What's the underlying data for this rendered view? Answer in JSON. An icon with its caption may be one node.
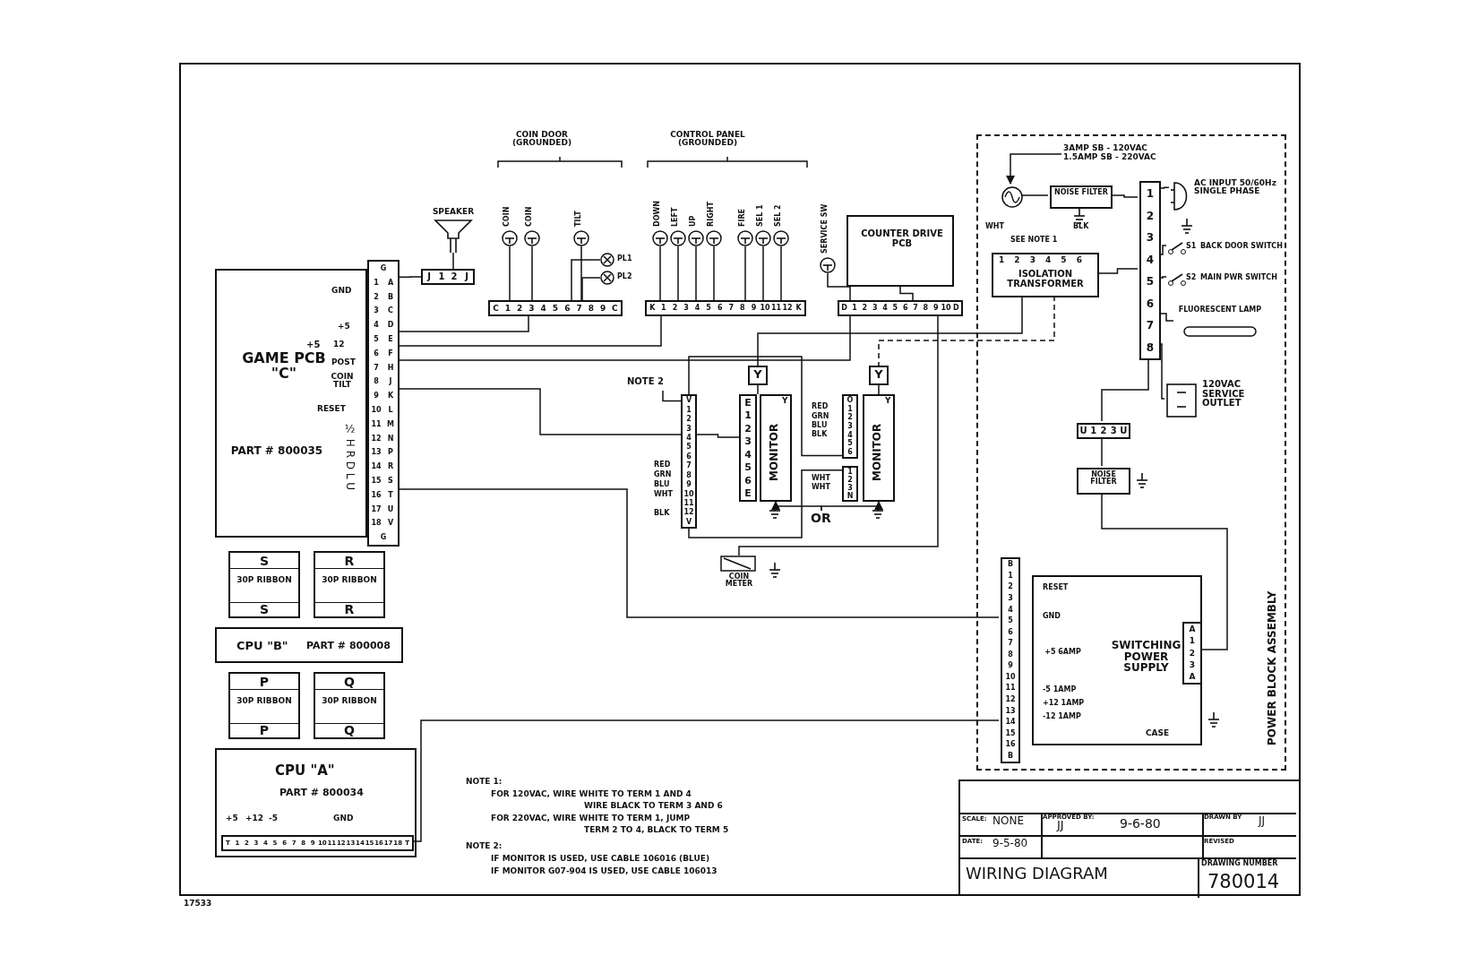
{
  "diagram": {
    "nodes": [
      {
        "text": [
          "GAME PCB \"C\"",
          "PART # 800035",
          "GND",
          "+5",
          "+5",
          "12",
          "POST",
          "COIN TILT",
          "RESET",
          "½ H R D L U"
        ]
      },
      {
        "text": [
          "G",
          "1",
          "A",
          "2",
          "B",
          "3",
          "C",
          "4",
          "D",
          "5",
          "E",
          "6",
          "F",
          "7",
          "H",
          "8",
          "J",
          "9",
          "K",
          "10",
          "L",
          "11",
          "M",
          "12",
          "N",
          "13",
          "P",
          "14",
          "R",
          "15",
          "S",
          "16",
          "T",
          "17",
          "U",
          "18",
          "V",
          "G"
        ]
      },
      {
        "text": [
          "SPEAKER"
        ]
      },
      {
        "text": [
          "J",
          "1",
          "2",
          "J"
        ]
      },
      {
        "text": [
          "COIN"
        ]
      },
      {
        "text": [
          "COIN"
        ]
      },
      {
        "text": [
          "TILT"
        ]
      },
      {
        "text": [
          "PL1"
        ]
      },
      {
        "text": [
          "PL2"
        ]
      },
      {
        "text": [
          "C",
          "1",
          "2",
          "3",
          "4",
          "5",
          "6",
          "7",
          "8",
          "9",
          "C"
        ]
      },
      {
        "text": [
          "DOWN"
        ]
      },
      {
        "text": [
          "LEFT"
        ]
      },
      {
        "text": [
          "UP"
        ]
      },
      {
        "text": [
          "RIGHT"
        ]
      },
      {
        "text": [
          "FIRE"
        ]
      },
      {
        "text": [
          "SEL 1"
        ]
      },
      {
        "text": [
          "SEL 2"
        ]
      },
      {
        "text": [
          "K",
          "1",
          "2",
          "3",
          "4",
          "5",
          "6",
          "7",
          "8",
          "9",
          "10",
          "11",
          "12",
          "K"
        ]
      },
      {
        "text": [
          "SERVICE SW"
        ]
      },
      {
        "text": [
          "COUNTER DRIVE PCB"
        ]
      },
      {
        "text": [
          "D",
          "1",
          "2",
          "3",
          "4",
          "5",
          "6",
          "7",
          "8",
          "9",
          "10",
          "D"
        ]
      },
      {
        "text": [
          "COIN METER"
        ]
      },
      {
        "text": [
          "NOTE 2"
        ]
      },
      {
        "text": [
          "V",
          "1",
          "2",
          "3",
          "4",
          "5",
          "6",
          "7",
          "8",
          "9",
          "10",
          "11",
          "12",
          "V"
        ]
      },
      {
        "text": [
          "Y"
        ]
      },
      {
        "text": [
          "E",
          "1",
          "2",
          "3",
          "4",
          "5",
          "6",
          "E"
        ]
      },
      {
        "text": [
          "MONITOR",
          "Y"
        ]
      },
      {
        "text": [
          "Y"
        ]
      },
      {
        "text": [
          "O",
          "1",
          "2",
          "3",
          "4",
          "5",
          "6"
        ]
      },
      {
        "text": [
          "1",
          "2",
          "3",
          "N"
        ]
      },
      {
        "text": [
          "MONITOR",
          "Y"
        ]
      },
      {
        "text": [
          "OR"
        ]
      },
      {
        "text": [
          "POWER BLOCK ASSEMBLY"
        ]
      },
      {
        "text": [
          "3AMP SB - 120VAC 1.5AMP SB - 220VAC"
        ],
        "in": 32
      },
      {
        "text": [],
        "shape": "circle",
        "in": 32
      },
      {
        "text": [
          "NOISE FILTER"
        ],
        "in": 32
      },
      {
        "text": [
          "1",
          "2",
          "3",
          "4",
          "5",
          "6",
          "ISOLATION TRANSFORMER"
        ],
        "in": 32
      },
      {
        "text": [
          "1",
          "2",
          "3",
          "4",
          "5",
          "6",
          "7",
          "8"
        ],
        "in": 32
      },
      {
        "text": [
          "AC INPUT 50/60Hz SINGLE PHASE"
        ],
        "in": 32
      },
      {
        "text": [
          "S1"
        ],
        "beside": [
          "BACK DOOR SWITCH"
        ],
        "in": 32
      },
      {
        "text": [
          "S2"
        ],
        "beside": [
          "MAIN PWR SWITCH"
        ],
        "in": 32
      },
      {
        "text": [
          "FLUORESCENT LAMP"
        ],
        "in": 32
      },
      {
        "text": [
          "120VAC SERVICE OUTLET"
        ],
        "in": 32
      },
      {
        "text": [
          "U",
          "1",
          "2",
          "3",
          "U"
        ],
        "in": 32
      },
      {
        "text": [
          "NOISE FILTER"
        ],
        "in": 32
      },
      {
        "text": [
          "SWITCHING POWER SUPPLY",
          "RESET",
          "GND",
          "+5 6AMP",
          "-5 1AMP",
          "+12 1AMP",
          "-12 1AMP",
          "CASE"
        ],
        "in": 32
      },
      {
        "text": [
          "A",
          "1",
          "2",
          "3",
          "A"
        ],
        "in": 45
      },
      {
        "text": [
          "B",
          "1",
          "2",
          "3",
          "4",
          "5",
          "6",
          "7",
          "8",
          "9",
          "10",
          "11",
          "12",
          "13",
          "14",
          "15",
          "16",
          "B"
        ],
        "in": 32
      },
      {
        "text": [
          "S",
          "30P RIBBON",
          "S"
        ]
      },
      {
        "text": [
          "R",
          "30P RIBBON",
          "R"
        ]
      },
      {
        "text": [
          "CPU \"B\"",
          "PART # 800008"
        ]
      },
      {
        "text": [
          "P",
          "30P RIBBON",
          "P"
        ]
      },
      {
        "text": [
          "Q",
          "30P RIBBON",
          "Q"
        ]
      },
      {
        "text": [
          "CPU \"A\"",
          "PART # 800034",
          "+5",
          "+12",
          "-5",
          "GND"
        ]
      },
      {
        "text": [
          "T",
          "1",
          "2",
          "3",
          "4",
          "5",
          "6",
          "7",
          "8",
          "9",
          "10",
          "11",
          "12",
          "13",
          "14",
          "15",
          "16",
          "17",
          "18",
          "T"
        ],
        "in": 53
      }
    ],
    "edges": [
      {
        "from": 1,
        "to": 3,
        "arrow": "none"
      },
      {
        "from": 3,
        "to": 2,
        "arrow": "none"
      },
      {
        "from": 1,
        "to": 9,
        "arrow": "none"
      },
      {
        "from": 9,
        "to": 4,
        "arrow": "none"
      },
      {
        "from": 9,
        "to": 5,
        "arrow": "none"
      },
      {
        "from": 9,
        "to": 6,
        "arrow": "none"
      },
      {
        "from": 9,
        "to": 7,
        "arrow": "none"
      },
      {
        "from": 9,
        "to": 8,
        "arrow": "none"
      },
      {
        "from": 1,
        "to": 17,
        "arrow": "none"
      },
      {
        "from": 17,
        "to": 10,
        "arrow": "none"
      },
      {
        "from": 17,
        "to": 11,
        "arrow": "none"
      },
      {
        "from": 17,
        "to": 12,
        "arrow": "none"
      },
      {
        "from": 17,
        "to": 13,
        "arrow": "none"
      },
      {
        "from": 17,
        "to": 14,
        "arrow": "none"
      },
      {
        "from": 17,
        "to": 15,
        "arrow": "none"
      },
      {
        "from": 17,
        "to": 16,
        "arrow": "none"
      },
      {
        "from": 1,
        "to": 20,
        "arrow": "none"
      },
      {
        "from": 20,
        "to": 18,
        "arrow": "none"
      },
      {
        "from": 20,
        "to": 19,
        "arrow": "none"
      },
      {
        "from": 20,
        "to": 21,
        "arrow": "none"
      },
      {
        "from": 1,
        "to": 23,
        "arrow": "none"
      },
      {
        "from": 23,
        "to": 25,
        "arrow": "none"
      },
      {
        "from": 23,
        "to": 28,
        "arrow": "none"
      },
      {
        "from": 23,
        "to": 29,
        "arrow": "none"
      },
      {
        "from": 24,
        "to": 26,
        "arrow": "none"
      },
      {
        "from": 27,
        "to": 30,
        "arrow": "none"
      },
      {
        "from": 22,
        "to": 23,
        "arrow": "none"
      },
      {
        "from": 31,
        "to": 26,
        "arrow": "to"
      },
      {
        "from": 31,
        "to": 30,
        "arrow": "to"
      },
      {
        "from": 1,
        "to": 47,
        "arrow": "none"
      },
      {
        "from": 54,
        "to": 47,
        "arrow": "none"
      },
      {
        "from": 33,
        "to": 34,
        "arrow": "to"
      },
      {
        "from": 34,
        "to": 35,
        "arrow": "none"
      },
      {
        "from": 35,
        "to": 37,
        "arrow": "none"
      },
      {
        "from": 38,
        "to": 37,
        "arrow": "none"
      },
      {
        "from": 36,
        "to": 37,
        "arrow": "none"
      },
      {
        "from": 37,
        "to": 39,
        "arrow": "none"
      },
      {
        "from": 37,
        "to": 40,
        "arrow": "none"
      },
      {
        "from": 37,
        "to": 41,
        "arrow": "none"
      },
      {
        "from": 37,
        "to": 42,
        "arrow": "none"
      },
      {
        "from": 36,
        "to": 24,
        "arrow": "none"
      },
      {
        "from": 36,
        "to": 27,
        "arrow": "none",
        "style": "dashed"
      },
      {
        "from": 37,
        "to": 43,
        "arrow": "none"
      },
      {
        "from": 43,
        "to": 44,
        "arrow": "none"
      },
      {
        "from": 44,
        "to": 46,
        "arrow": "none"
      }
    ],
    "labels": [
      "COIN DOOR (GROUNDED)",
      "CONTROL PANEL (GROUNDED)",
      "RED",
      "GRN",
      "BLU",
      "WHT",
      "BLK",
      "RED",
      "GRN",
      "BLU",
      "BLK",
      "WHT",
      "WHT",
      "WHT",
      "SEE NOTE 1",
      "BLK",
      "NOTE 1:",
      "FOR 120VAC, WIRE WHITE TO TERM 1 AND 4",
      "WIRE BLACK TO TERM 3 AND 6",
      "FOR 220VAC, WIRE WHITE TO TERM 1, JUMP",
      "TERM 2 TO 4, BLACK TO TERM 5",
      "NOTE 2:",
      "IF MONITOR IS USED, USE CABLE 106016 (BLUE)",
      "IF MONITOR G07-904 IS USED, USE CABLE 106013",
      "SCALE:",
      "NONE",
      "APPROVED BY:",
      "JJ",
      "9-6-80",
      "DRAWN BY",
      "JJ",
      "DATE:",
      "9-5-80",
      "REVISED",
      "WIRING DIAGRAM",
      "DRAWING NUMBER",
      "780014",
      "17533"
    ]
  }
}
